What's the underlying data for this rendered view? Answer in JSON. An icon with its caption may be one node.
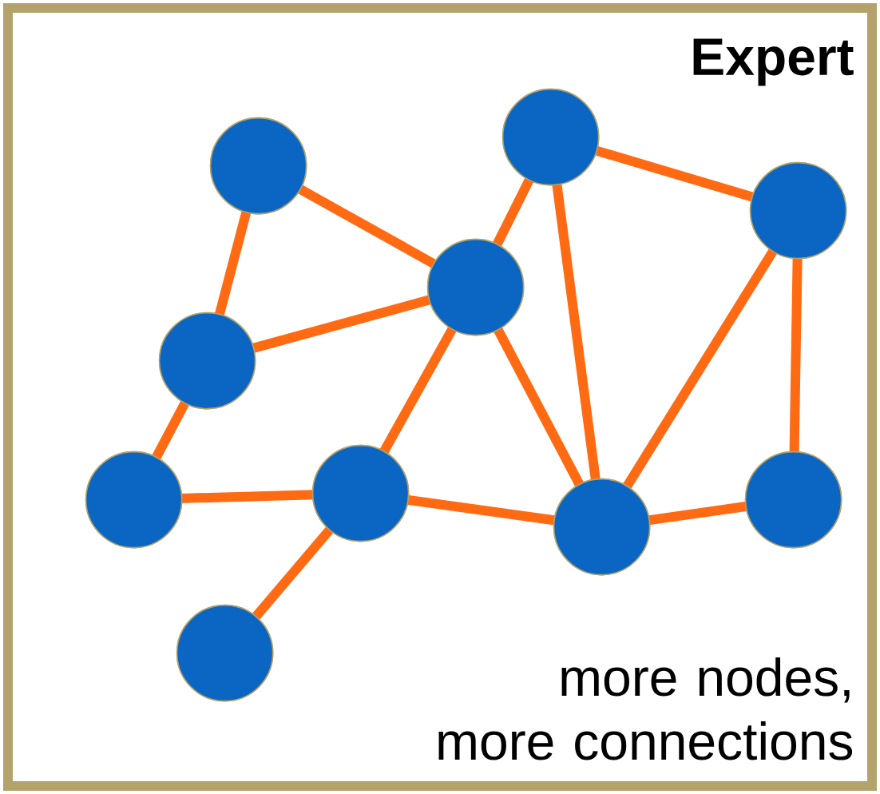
{
  "diagram": {
    "nodes": [
      {
        "text": [
          "Expert",
          "more nodes, more connections"
        ]
      },
      {
        "text": [],
        "shape": "circle",
        "in": 0
      },
      {
        "text": [],
        "shape": "circle",
        "in": 0
      },
      {
        "text": [],
        "shape": "circle",
        "in": 0
      },
      {
        "text": [],
        "shape": "circle",
        "in": 0
      },
      {
        "text": [],
        "shape": "circle",
        "in": 0
      },
      {
        "text": [],
        "shape": "circle",
        "in": 0
      },
      {
        "text": [],
        "shape": "circle",
        "in": 0
      },
      {
        "text": [],
        "shape": "circle",
        "in": 0
      },
      {
        "text": [],
        "shape": "circle",
        "in": 0
      },
      {
        "text": [],
        "shape": "circle",
        "in": 0
      }
    ],
    "edges": [
      {
        "from": 1,
        "to": 4,
        "arrow": "none"
      },
      {
        "from": 1,
        "to": 5,
        "arrow": "none"
      },
      {
        "from": 5,
        "to": 4,
        "arrow": "none"
      },
      {
        "from": 5,
        "to": 6,
        "arrow": "none"
      },
      {
        "from": 6,
        "to": 7,
        "arrow": "none"
      },
      {
        "from": 7,
        "to": 4,
        "arrow": "none"
      },
      {
        "from": 7,
        "to": 10,
        "arrow": "none"
      },
      {
        "from": 7,
        "to": 8,
        "arrow": "none"
      },
      {
        "from": 4,
        "to": 2,
        "arrow": "none"
      },
      {
        "from": 4,
        "to": 8,
        "arrow": "none"
      },
      {
        "from": 2,
        "to": 8,
        "arrow": "none"
      },
      {
        "from": 2,
        "to": 3,
        "arrow": "none"
      },
      {
        "from": 3,
        "to": 8,
        "arrow": "none"
      },
      {
        "from": 3,
        "to": 9,
        "arrow": "none"
      },
      {
        "from": 8,
        "to": 9,
        "arrow": "none"
      }
    ]
  }
}
